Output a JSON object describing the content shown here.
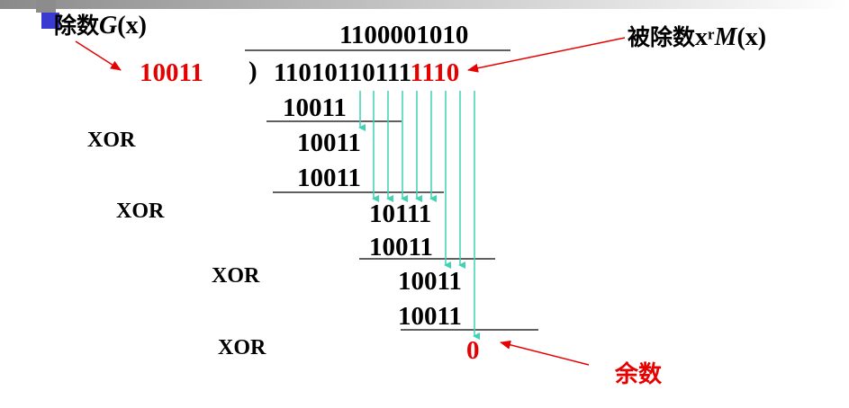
{
  "divisor_label_cjk": "除数",
  "divisor_label_sym": "G",
  "divisor_label_arg": "(x)",
  "dividend_label_cjk": "被除数",
  "dividend_label_x": "x",
  "dividend_label_sup": "r",
  "dividend_label_m": "M",
  "dividend_label_arg": "(x)",
  "remainder_label": "余数",
  "quotient": "1100001010",
  "divisor": "10011",
  "division_bracket": ")",
  "dividend_black": "11010110111",
  "dividend_red": "1110",
  "steps": {
    "s1": "10011",
    "s2": "10011",
    "s3": "10011",
    "s4": "10111",
    "s5": "10011",
    "s6": "10011",
    "s7": "10011",
    "remainder": "0"
  },
  "xor_label": "XOR",
  "colors": {
    "red": "#e60000",
    "arrow_teal": "#3fd3b4",
    "accent_blue": "#3a3ad0"
  }
}
